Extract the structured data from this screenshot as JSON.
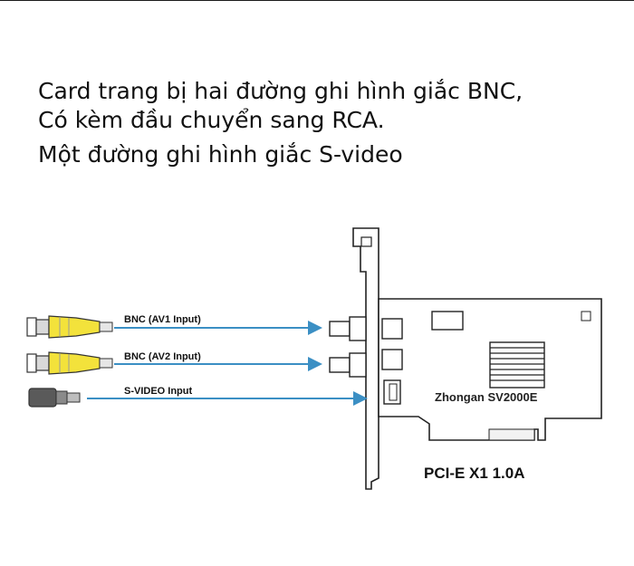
{
  "heading": {
    "line1": "Card trang bị hai đường ghi hình giắc BNC,",
    "line2": "Có kèm đầu chuyển sang RCA.",
    "line3": "Một đường ghi hình giắc S-video"
  },
  "inputs": [
    {
      "label": "BNC (AV1 Input)",
      "connector": "bnc-rca-adapter"
    },
    {
      "label": "BNC (AV2 Input)",
      "connector": "bnc-rca-adapter"
    },
    {
      "label": "S-VIDEO Input",
      "connector": "s-video-plug"
    }
  ],
  "card": {
    "model": "Zhongan SV2000E",
    "interface": "PCI-E X1 1.0A"
  },
  "colors": {
    "arrow": "#3b8fc4",
    "adapter_yellow": "#f3e23b",
    "line": "#222222"
  }
}
